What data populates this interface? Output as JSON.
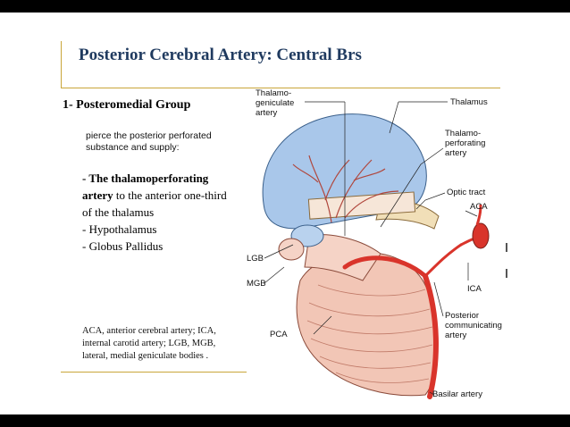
{
  "slide": {
    "title": "Posterior Cerebral Artery: Central Brs",
    "heading": "1- Posteromedial Group",
    "intro": "pierce the posterior perforated substance and supply:",
    "list": {
      "item1_bold_a": "- The thalamoperforating",
      "item1_bold_b": "artery",
      "item1_rest_a": " to the anterior one-third",
      "item1_rest_b": "of the thalamus",
      "item2": "- Hypothalamus",
      "item3": "- Globus Pallidus"
    },
    "abbrev_note": "ACA, anterior cerebral artery; ICA, internal carotid artery; LGB, MGB, lateral, medial geniculate bodies ."
  },
  "diagram": {
    "labels": {
      "thalamo_geniculate_1": "Thalamo-",
      "thalamo_geniculate_2": "geniculate",
      "thalamo_geniculate_3": "artery",
      "thalamus": "Thalamus",
      "thalamo_perforating_1": "Thalamo-",
      "thalamo_perforating_2": "perforating",
      "thalamo_perforating_3": "artery",
      "optic_tract": "Optic tract",
      "aca": "ACA",
      "lgb": "LGB",
      "mgb": "MGB",
      "ica": "ICA",
      "pca": "PCA",
      "posterior_communicating_1": "Posterior",
      "posterior_communicating_2": "communicating",
      "posterior_communicating_3": "artery",
      "basilar_artery": "Basilar artery"
    }
  },
  "colors": {
    "title": "#1f3a5f",
    "rule": "#c9a63a",
    "thalamus": "#a9c7ea",
    "brainstem": "#f2c6b6",
    "artery": "#d9342b"
  }
}
